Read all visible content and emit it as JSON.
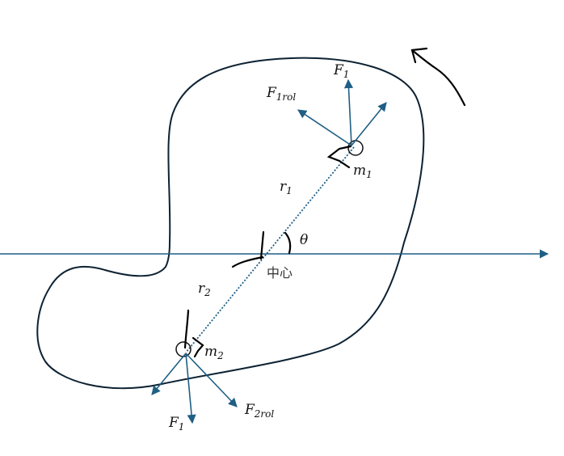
{
  "colors": {
    "force": "#1f5f85",
    "outline": "#0d2233",
    "ink": "#000000"
  },
  "labels": {
    "f1_top": {
      "main": "F",
      "sub": "1"
    },
    "f1rol": {
      "main": "F",
      "sub": "1rol"
    },
    "m1": {
      "main": "m",
      "sub": "1"
    },
    "r1": {
      "main": "r",
      "sub": "1"
    },
    "theta": "θ",
    "center": "中心",
    "r2": {
      "main": "r",
      "sub": "2"
    },
    "m2": {
      "main": "m",
      "sub": "2"
    },
    "f1_bottom": {
      "main": "F",
      "sub": "1"
    },
    "f2rol": {
      "main": "F",
      "sub": "2rol"
    }
  }
}
